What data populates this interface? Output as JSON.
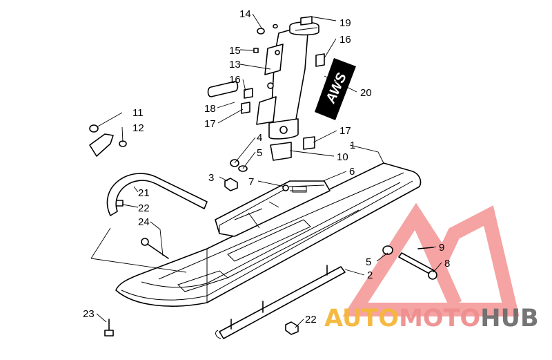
{
  "diagram": {
    "callouts": [
      {
        "id": "c14",
        "label": "14"
      },
      {
        "id": "c19",
        "label": "19"
      },
      {
        "id": "c16a",
        "label": "16"
      },
      {
        "id": "c15",
        "label": "15"
      },
      {
        "id": "c13",
        "label": "13"
      },
      {
        "id": "c16b",
        "label": "16"
      },
      {
        "id": "c20",
        "label": "20"
      },
      {
        "id": "c18",
        "label": "18"
      },
      {
        "id": "c17a",
        "label": "17"
      },
      {
        "id": "c11",
        "label": "11"
      },
      {
        "id": "c12",
        "label": "12"
      },
      {
        "id": "c4",
        "label": "4"
      },
      {
        "id": "c17b",
        "label": "17"
      },
      {
        "id": "c1",
        "label": "1"
      },
      {
        "id": "c5a",
        "label": "5"
      },
      {
        "id": "c10",
        "label": "10"
      },
      {
        "id": "c3",
        "label": "3"
      },
      {
        "id": "c7",
        "label": "7"
      },
      {
        "id": "c6",
        "label": "6"
      },
      {
        "id": "c21",
        "label": "21"
      },
      {
        "id": "c22a",
        "label": "22"
      },
      {
        "id": "c24",
        "label": "24"
      },
      {
        "id": "c9",
        "label": "9"
      },
      {
        "id": "c5b",
        "label": "5"
      },
      {
        "id": "c8",
        "label": "8"
      },
      {
        "id": "c2",
        "label": "2"
      },
      {
        "id": "c23",
        "label": "23"
      },
      {
        "id": "c22b",
        "label": "22"
      }
    ],
    "decal_text": "AWS"
  },
  "watermark": {
    "part1": "AUTO",
    "part2": "MOTO",
    "part3": "HUB",
    "colors": {
      "auto": "#f5b73a",
      "moto": "#ef8f8f",
      "hub": "#6e6e6e",
      "mark": "#f5a3a3"
    }
  }
}
